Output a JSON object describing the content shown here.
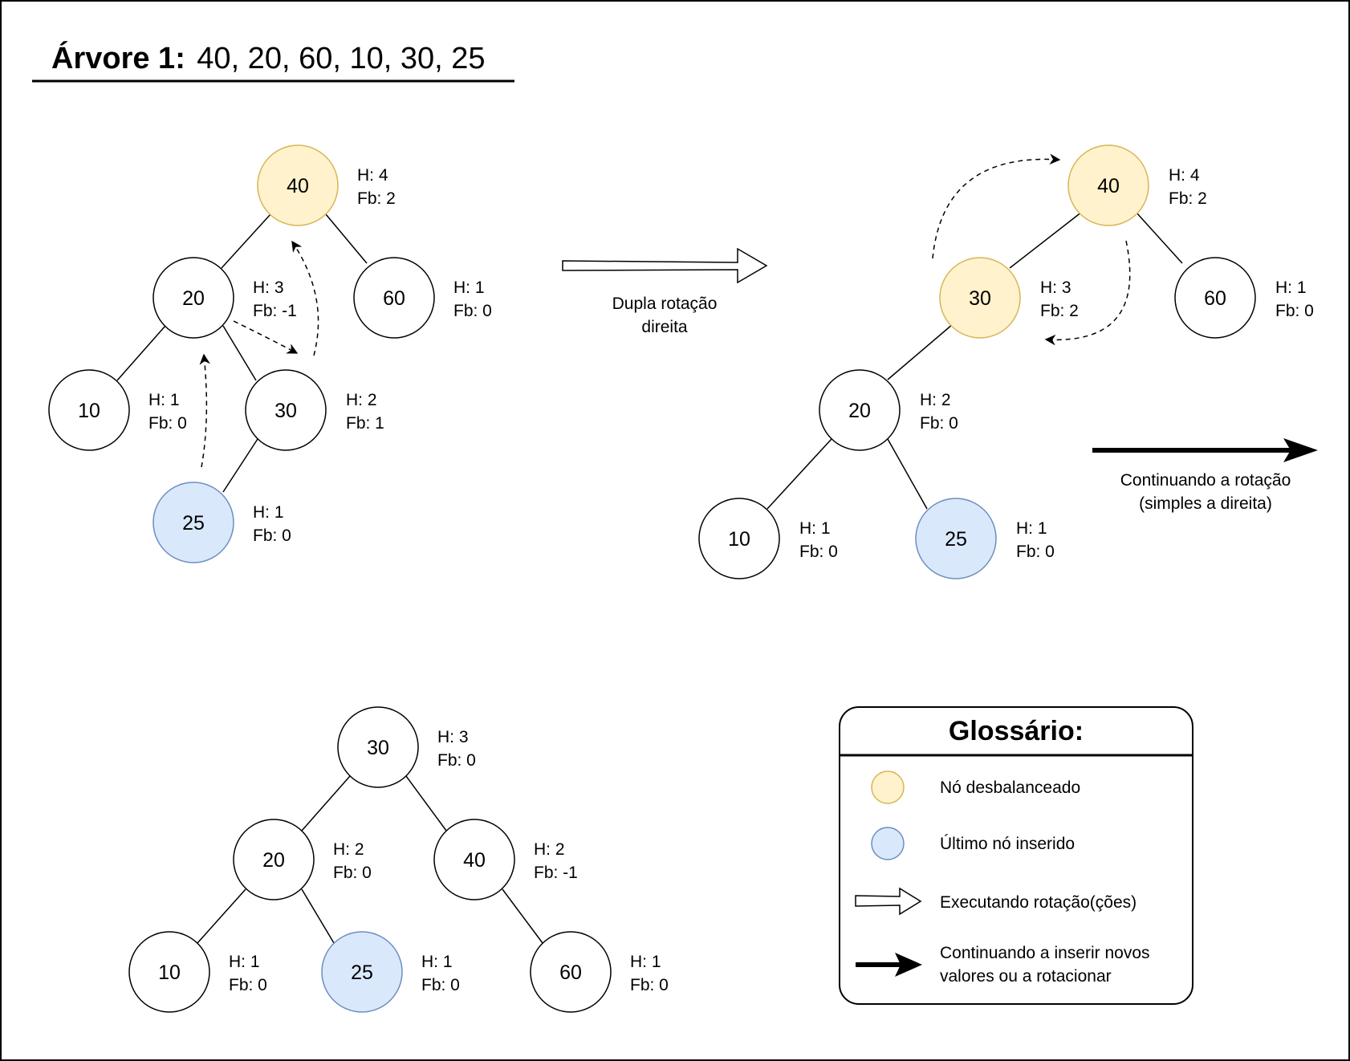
{
  "title": {
    "label": "Árvore 1:",
    "sequence": "40, 20, 60, 10, 30, 25"
  },
  "colors": {
    "unbalanced_fill": "#FFF2CC",
    "unbalanced_stroke": "#D6B656",
    "inserted_fill": "#DAE8FC",
    "inserted_stroke": "#6C8EBF",
    "normal_fill": "#FFFFFF",
    "stroke": "#000000"
  },
  "trees": {
    "t1": {
      "n40": {
        "value": "40",
        "h": "H: 4",
        "fb": "Fb: 2"
      },
      "n20": {
        "value": "20",
        "h": "H: 3",
        "fb": "Fb: -1"
      },
      "n60": {
        "value": "60",
        "h": "H: 1",
        "fb": "Fb: 0"
      },
      "n10": {
        "value": "10",
        "h": "H: 1",
        "fb": "Fb: 0"
      },
      "n30": {
        "value": "30",
        "h": "H: 2",
        "fb": "Fb: 1"
      },
      "n25": {
        "value": "25",
        "h": "H: 1",
        "fb": "Fb: 0"
      }
    },
    "t2": {
      "n40": {
        "value": "40",
        "h": "H: 4",
        "fb": "Fb: 2"
      },
      "n30": {
        "value": "30",
        "h": "H: 3",
        "fb": "Fb: 2"
      },
      "n60": {
        "value": "60",
        "h": "H: 1",
        "fb": "Fb: 0"
      },
      "n20": {
        "value": "20",
        "h": "H: 2",
        "fb": "Fb: 0"
      },
      "n10": {
        "value": "10",
        "h": "H: 1",
        "fb": "Fb: 0"
      },
      "n25": {
        "value": "25",
        "h": "H: 1",
        "fb": "Fb: 0"
      }
    },
    "t3": {
      "n30": {
        "value": "30",
        "h": "H: 3",
        "fb": "Fb: 0"
      },
      "n20": {
        "value": "20",
        "h": "H: 2",
        "fb": "Fb: 0"
      },
      "n40": {
        "value": "40",
        "h": "H: 2",
        "fb": "Fb: -1"
      },
      "n10": {
        "value": "10",
        "h": "H: 1",
        "fb": "Fb: 0"
      },
      "n25": {
        "value": "25",
        "h": "H: 1",
        "fb": "Fb: 0"
      },
      "n60": {
        "value": "60",
        "h": "H: 1",
        "fb": "Fb: 0"
      }
    }
  },
  "captions": {
    "double_rotation": [
      "Dupla rotação",
      "direita"
    ],
    "continuing": [
      "Continuando a rotação",
      "(simples a direita)"
    ]
  },
  "glossary": {
    "title": "Glossário:",
    "unbalanced": "Nó desbalanceado",
    "last_inserted": "Último nó inserido",
    "executing": "Executando rotação(ções)",
    "continuing": [
      "Continuando a inserir novos",
      "valores ou a rotacionar"
    ]
  }
}
